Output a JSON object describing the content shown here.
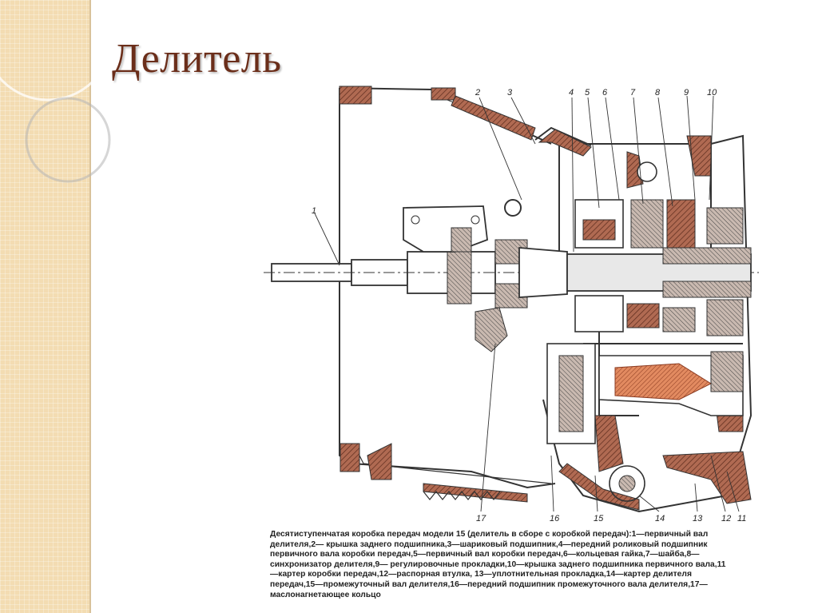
{
  "slide": {
    "title": "Делитель",
    "colors": {
      "title": "#6b2e1a",
      "sidebar": "#f3dcb2",
      "hatching": "#a0523c",
      "orange_part": "#d8805a"
    }
  },
  "diagram": {
    "callouts": [
      "1",
      "2",
      "3",
      "4",
      "5",
      "6",
      "7",
      "8",
      "9",
      "10",
      "11",
      "12",
      "13",
      "14",
      "15",
      "16",
      "17"
    ],
    "caption": "Десятиступенчатая коробка передач модели 15 (делитель в сборе с коробкой передач):1—первичный вал делителя,2— крышка заднего подшипника,3—шариковый подшипник,4—передний роликовый подшипник первичного вала коробки передач,5—первичный вал коробки передач,6—кольцевая гайка,7—шайба,8—синхронизатор делителя,9— регулировочные прокладки,10—крышка заднего подшипника первичного вала,11—картер коробки передач,12—распорная втулка, 13—уплотнительная прокладка,14—картер делителя передач,15—промежуточный вал делителя,16—передний подшипник промежуточного вала делителя,17—маслонагнетающее кольцо"
  }
}
